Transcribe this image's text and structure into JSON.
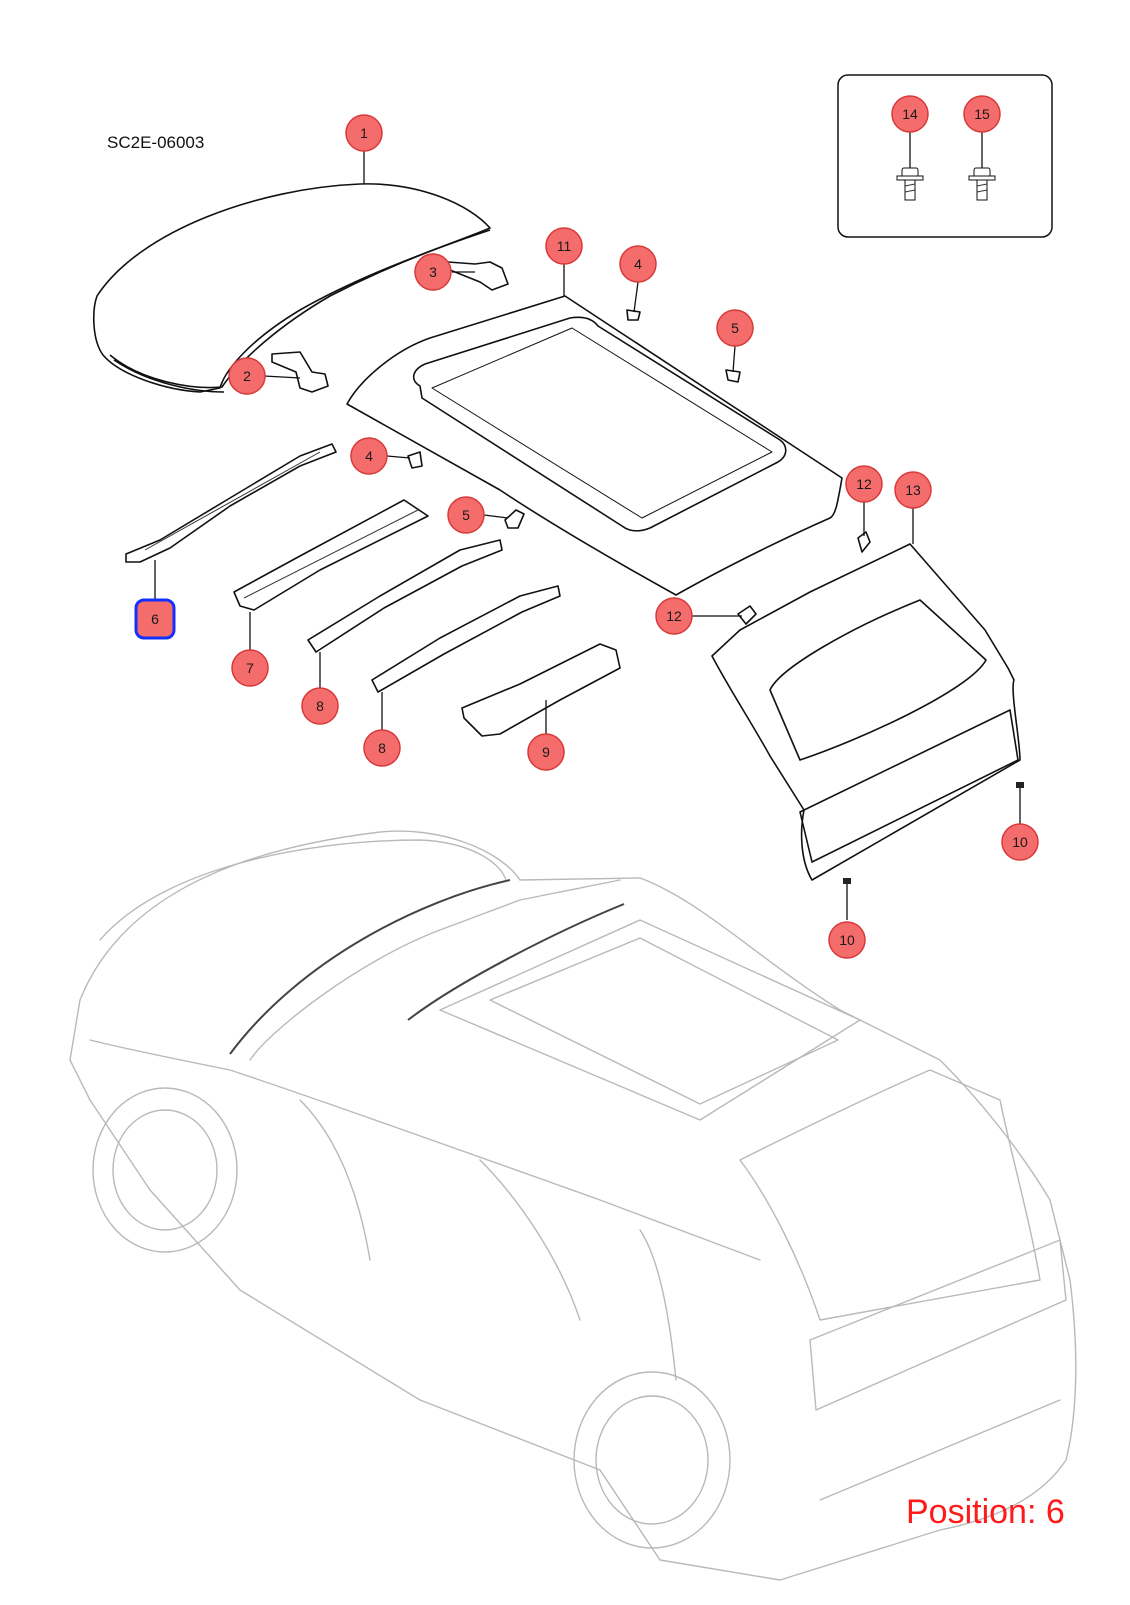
{
  "diagram_code": "SC2E-06003",
  "position_readout": "Position: 6",
  "selected_position": "6",
  "colors": {
    "callout_fill": "#f46c6c",
    "selection_outline": "#1330ff",
    "readout": "#ff1a1a"
  },
  "callouts": {
    "c1": "1",
    "c2": "2",
    "c3": "3",
    "c4a": "4",
    "c4b": "4",
    "c5a": "5",
    "c5b": "5",
    "c6": "6",
    "c7": "7",
    "c8a": "8",
    "c8b": "8",
    "c9": "9",
    "c10a": "10",
    "c10b": "10",
    "c11": "11",
    "c12a": "12",
    "c12b": "12",
    "c13": "13",
    "c14": "14",
    "c15": "15"
  }
}
